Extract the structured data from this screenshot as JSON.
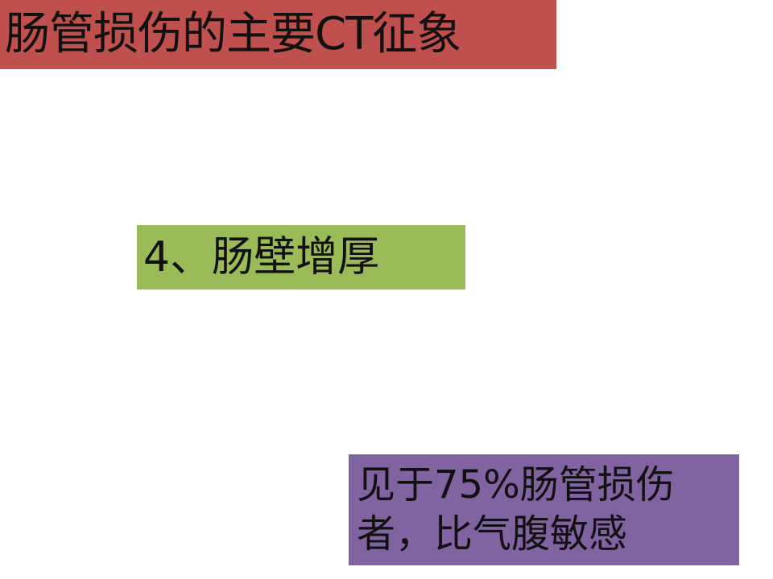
{
  "slide": {
    "title": "肠管损伤的主要CT征象",
    "point": "4、肠壁增厚",
    "note": "见于75%肠管损伤者，比气腹敏感"
  },
  "colors": {
    "title_bg": "#c0504d",
    "point_bg": "#9bbb59",
    "note_bg": "#8064a2",
    "page_bg": "#ffffff",
    "text": "#111111"
  }
}
